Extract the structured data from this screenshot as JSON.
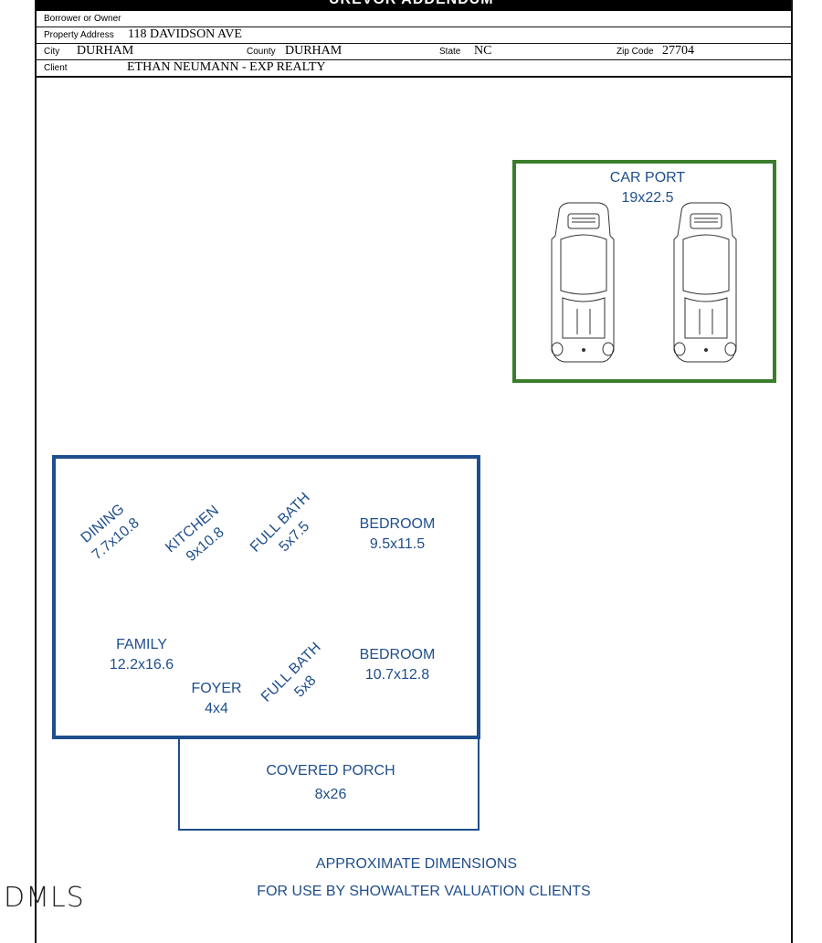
{
  "header": {
    "title": "UREVOR ADDENDUM",
    "borrower_label": "Borrower or Owner",
    "property_address_label": "Property Address",
    "property_address": "118 DAVIDSON AVE",
    "city_label": "City",
    "city": "DURHAM",
    "county_label": "County",
    "county": "DURHAM",
    "state_label": "State",
    "state": "NC",
    "zip_label": "Zip Code",
    "zip": "27704",
    "client_label": "Client",
    "client": "ETHAN NEUMANN - EXP REALTY"
  },
  "carport": {
    "name": "CAR PORT",
    "dims": "19x22.5"
  },
  "rooms": {
    "dining": {
      "name": "DINING",
      "dims": "7.7x10.8"
    },
    "kitchen": {
      "name": "KITCHEN",
      "dims": "9x10.8"
    },
    "full_bath_1": {
      "name": "FULL BATH",
      "dims": "5x7.5"
    },
    "bedroom_1": {
      "name": "BEDROOM",
      "dims": "9.5x11.5"
    },
    "family": {
      "name": "FAMILY",
      "dims": "12.2x16.6"
    },
    "foyer": {
      "name": "FOYER",
      "dims": "4x4"
    },
    "full_bath_2": {
      "name": "FULL BATH",
      "dims": "5x8"
    },
    "bedroom_2": {
      "name": "BEDROOM",
      "dims": "10.7x12.8"
    },
    "porch": {
      "name": "COVERED PORCH",
      "dims": "8x26"
    }
  },
  "footer": {
    "line1": "APPROXIMATE DIMENSIONS",
    "line2": "FOR USE BY SHOWALTER VALUATION CLIENTS"
  },
  "watermark": "DMLS",
  "colors": {
    "plan_blue": "#1f4e8c",
    "carport_green": "#3a7d2c"
  }
}
